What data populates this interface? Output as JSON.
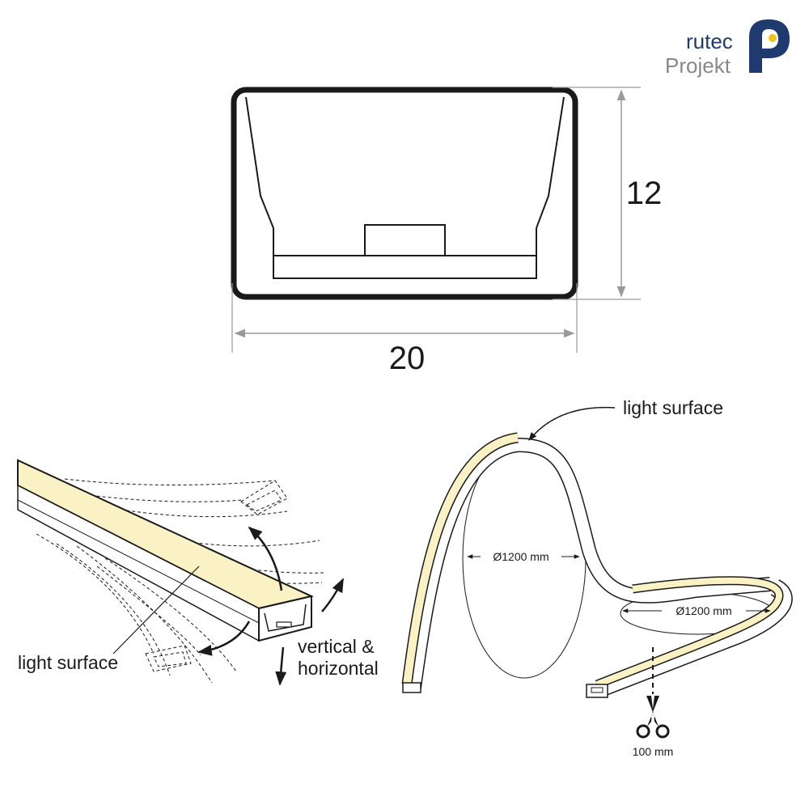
{
  "logo": {
    "line1": "rutec",
    "line2": "Projekt",
    "primary_color": "#1e3a6e",
    "secondary_color": "#888888",
    "accent_color": "#f2c21b"
  },
  "profile": {
    "width_label": "20",
    "height_label": "12"
  },
  "bend_view": {
    "light_surface_label": "light surface",
    "direction_label_line1": "vertical &",
    "direction_label_line2": "horizontal"
  },
  "loop_view": {
    "light_surface_label": "light surface",
    "diameter_vertical": "Ø1200 mm",
    "diameter_horizontal": "Ø1200 mm",
    "cut_length": "100 mm",
    "cut_icon": "scissors-icon"
  },
  "colors": {
    "light_surface": "#faf2c4",
    "outline": "#1a1a1a",
    "dimension_line": "#999999"
  }
}
